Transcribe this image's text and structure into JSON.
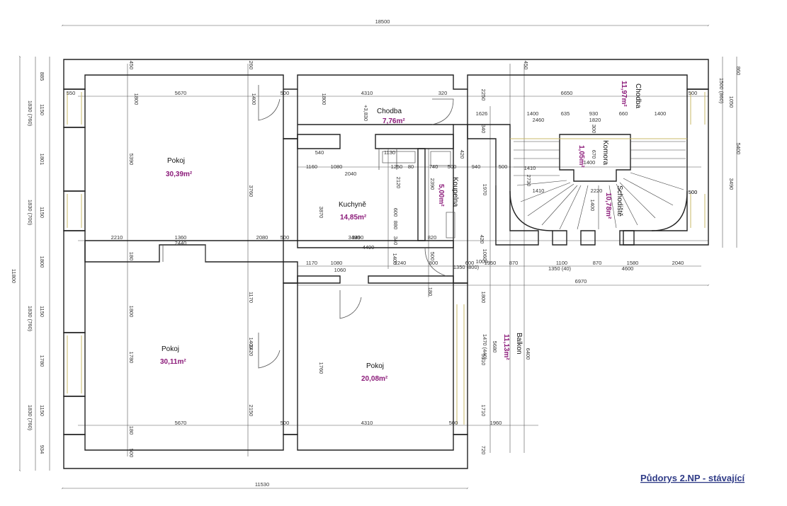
{
  "title": "Půdorys 2.NP - stávající",
  "colors": {
    "wall": "#222222",
    "dim": "#333333",
    "area": "#8b1a79",
    "title": "#2e3a86",
    "window": "#c8b86a"
  },
  "rooms": [
    {
      "key": "pokoj_1",
      "name": "Pokoj",
      "area": "30,39m²"
    },
    {
      "key": "chodba_1",
      "name": "Chodba",
      "area": "7,76m²"
    },
    {
      "key": "chodba_2",
      "name": "Chodba",
      "area": "11,97m²"
    },
    {
      "key": "komora",
      "name": "Komora",
      "area": "1,05m²"
    },
    {
      "key": "kuchyne",
      "name": "Kuchyně",
      "area": "14,85m²"
    },
    {
      "key": "koupelna",
      "name": "Koupelna",
      "area": "5,00m²"
    },
    {
      "key": "schodiste",
      "name": "Schodiště",
      "area": "10,78m²"
    },
    {
      "key": "pokoj_2",
      "name": "Pokoj",
      "area": "30,11m²"
    },
    {
      "key": "pokoj_3",
      "name": "Pokoj",
      "area": "20,08m²"
    },
    {
      "key": "balkon",
      "name": "Balkon",
      "area": "11,13m²"
    }
  ],
  "level_mark": "+3,830",
  "dimensions": [
    "18500",
    "11530",
    "11800",
    "6970",
    "5400",
    "450",
    "260",
    "450",
    "860",
    "550",
    "5670",
    "500",
    "4310",
    "320",
    "2250",
    "6650",
    "500",
    "1800",
    "1400",
    "1800",
    "1626",
    "1400",
    "635",
    "930",
    "660",
    "1400",
    "2460",
    "1820",
    "1500 (860)",
    "1050",
    "340",
    "300",
    "540",
    "1130",
    "420",
    "1160",
    "1080",
    "1250",
    "80",
    "740",
    "500",
    "940",
    "500",
    "2040",
    "2120",
    "2390",
    "1970",
    "1410",
    "670",
    "1400",
    "2730",
    "1410",
    "2220",
    "1400",
    "500",
    "3490",
    "5390",
    "3760",
    "3870",
    "600",
    "880",
    "340",
    "820",
    "420",
    "1060",
    "2210",
    "1360",
    "2080",
    "500",
    "2440",
    "3490",
    "4490",
    "180",
    "180",
    "1170",
    "1080",
    "2240",
    "800",
    "600",
    "1000",
    "1950",
    "870",
    "1100",
    "870",
    "1580",
    "2040",
    "1060",
    "1400",
    "500",
    "1350 (800)",
    "1350 (40)",
    "4600",
    "1760",
    "1170",
    "1800",
    "5310",
    "1780",
    "1400",
    "2420",
    "1470 (440)",
    "5680",
    "6400",
    "2150",
    "1710",
    "5670",
    "4310",
    "500",
    "500",
    "1960",
    "720",
    "500",
    "885",
    "1150",
    "1830 (760)",
    "1801",
    "1150",
    "1830 (700)",
    "1800",
    "1150",
    "1830 (760)",
    "1780",
    "1150",
    "1830 (760)",
    "934",
    "3490",
    "500",
    "180",
    "1800"
  ]
}
